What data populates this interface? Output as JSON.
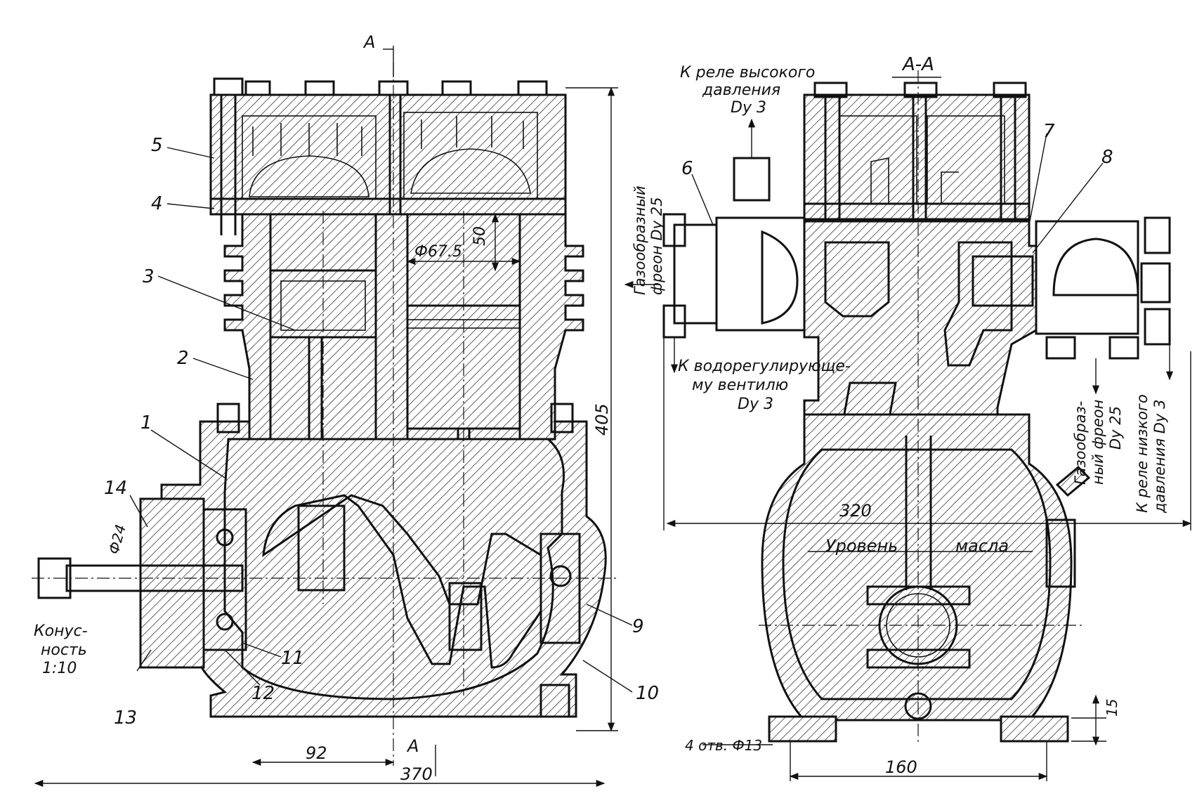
{
  "section_label": "А-А",
  "section_marks": [
    "А",
    "А"
  ],
  "part_numbers": [
    "1",
    "2",
    "3",
    "4",
    "5",
    "6",
    "7",
    "8",
    "9",
    "10",
    "11",
    "12",
    "13",
    "14"
  ],
  "dimensions": {
    "bore": "Ф67.5",
    "stroke": "50",
    "height": "405",
    "width_total": "370",
    "crank_offset": "92",
    "shaft_dia": "Ф24",
    "side_width": "320",
    "base_width": "160",
    "base_height": "15",
    "mount_holes": "4 отв. Ф13"
  },
  "annotations": {
    "taper": [
      "Конус-",
      "ность",
      "1:10"
    ],
    "hp_relay": [
      "К реле высокого",
      "давления",
      "Dy 3"
    ],
    "gas_freon_left": [
      "Газообразный",
      "фреон Dy 25"
    ],
    "water_valve": [
      "К водорегулирующе-",
      "му вентилю",
      "Dy 3"
    ],
    "gas_freon_right": [
      "Газообраз-",
      "ный фреон",
      "Dy 25"
    ],
    "lp_relay": [
      "К реле низкого",
      "давления Dy 3"
    ],
    "oil_level": [
      "Уровень",
      "масла"
    ]
  }
}
